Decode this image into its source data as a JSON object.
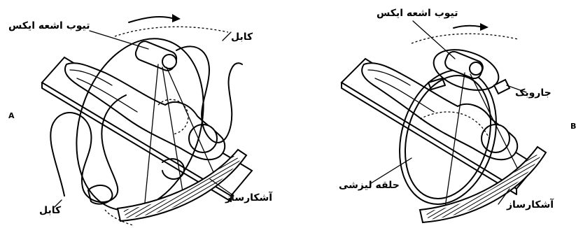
{
  "panel_a": {
    "letter": "A",
    "label_xray_tube": "تیوب اشعه ایکس",
    "label_cable_top": "کابل",
    "label_cable_bottom": "کابل",
    "label_detector": "آشکارساز"
  },
  "panel_b": {
    "letter": "B",
    "label_xray_tube": "تیوب اشعه ایکس",
    "label_brush": "جاروبک",
    "label_slip_ring": "حلقه لیزشی",
    "label_detector": "آشکارساز"
  }
}
